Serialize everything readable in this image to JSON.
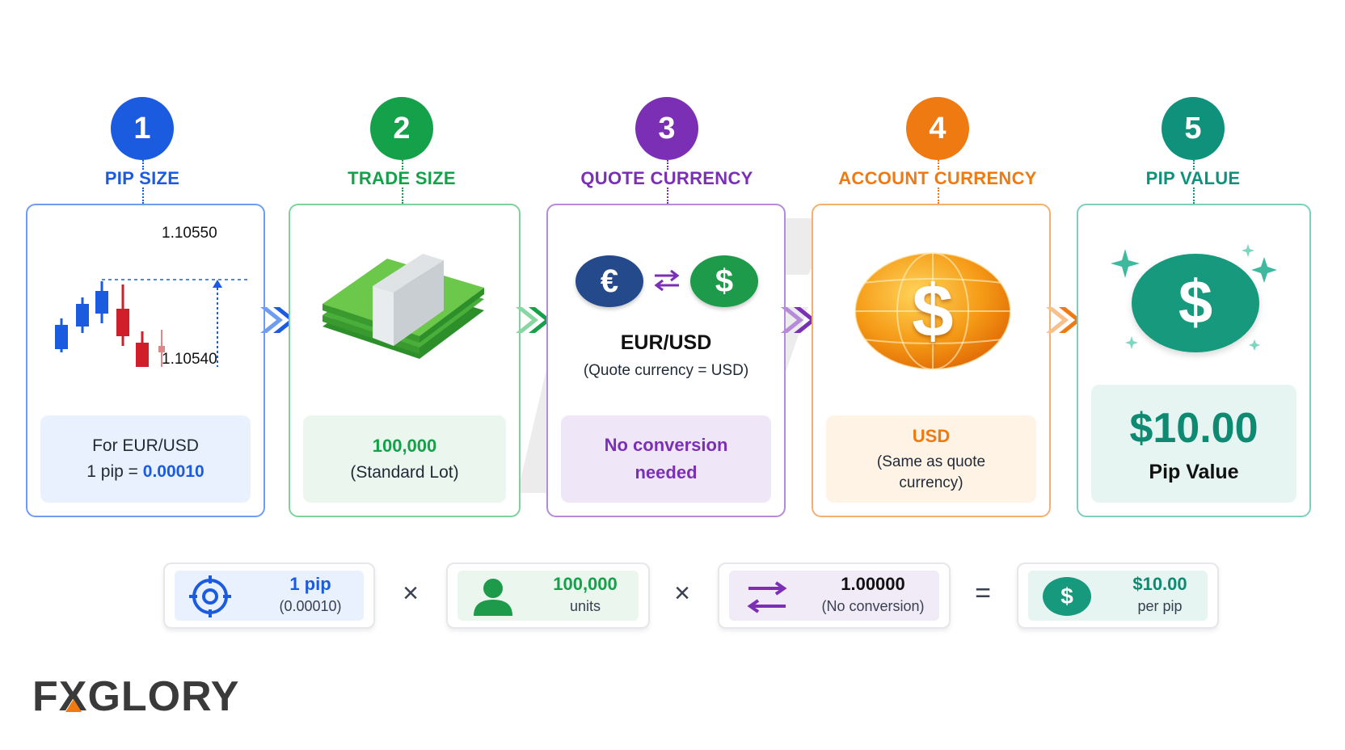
{
  "steps": [
    {
      "num": "1",
      "title": "PIP SIZE",
      "color": "#1b5be0"
    },
    {
      "num": "2",
      "title": "TRADE SIZE",
      "color": "#15a04a"
    },
    {
      "num": "3",
      "title": "QUOTE CURRENCY",
      "color": "#7b2fb5"
    },
    {
      "num": "4",
      "title": "ACCOUNT CURRENCY",
      "color": "#f07a12"
    },
    {
      "num": "5",
      "title": "PIP VALUE",
      "color": "#10917c"
    }
  ],
  "card1": {
    "price_high": "1.10550",
    "price_low": "1.10540",
    "line1": "For EUR/USD",
    "line2_prefix": "1 pip = ",
    "line2_value": "0.00010"
  },
  "card2": {
    "value": "100,000",
    "label": "(Standard Lot)"
  },
  "card3": {
    "euro_symbol": "€",
    "dollar_symbol": "$",
    "pair": "EUR/USD",
    "note": "(Quote currency = USD)",
    "line1": "No conversion",
    "line2": "needed"
  },
  "card4": {
    "dollar_symbol": "$",
    "currency": "USD",
    "line1": "(Same as quote",
    "line2": "currency)"
  },
  "card5": {
    "dollar_symbol": "$",
    "amount": "$10.00",
    "label": "Pip Value"
  },
  "formula": {
    "pip": {
      "value": "1 pip",
      "sub": "(0.00010)"
    },
    "units": {
      "value": "100,000",
      "sub": "units"
    },
    "rate": {
      "value": "1.00000",
      "sub": "(No conversion)"
    },
    "result": {
      "symbol": "$",
      "value": "$10.00",
      "sub": "per pip"
    },
    "times1": "×",
    "times2": "×",
    "equals": "="
  },
  "logo": {
    "text_a": "F",
    "text_b": "X",
    "text_c": "GLORY"
  }
}
